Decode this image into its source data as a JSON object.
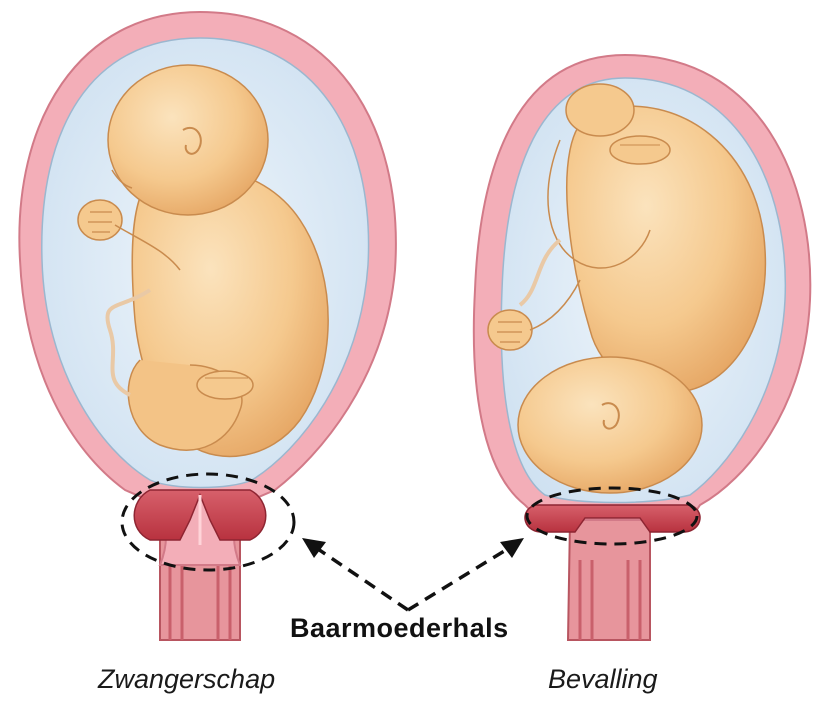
{
  "labels": {
    "cervix": "Baarmoederhals",
    "left_caption": "Zwangerschap",
    "right_caption": "Bevalling"
  },
  "colors": {
    "uterus_wall": "#f3aeb8",
    "uterus_inner": "#e98b98",
    "amniotic_fluid": "#dbeaf6",
    "fetus_skin": "#f7d19a",
    "fetus_shadow": "#e9b06d",
    "cervix": "#c9414f",
    "dashed_marker": "#111111"
  },
  "icons": {
    "fetus_left": "fetus-head-up-icon",
    "fetus_right": "fetus-head-down-icon"
  }
}
